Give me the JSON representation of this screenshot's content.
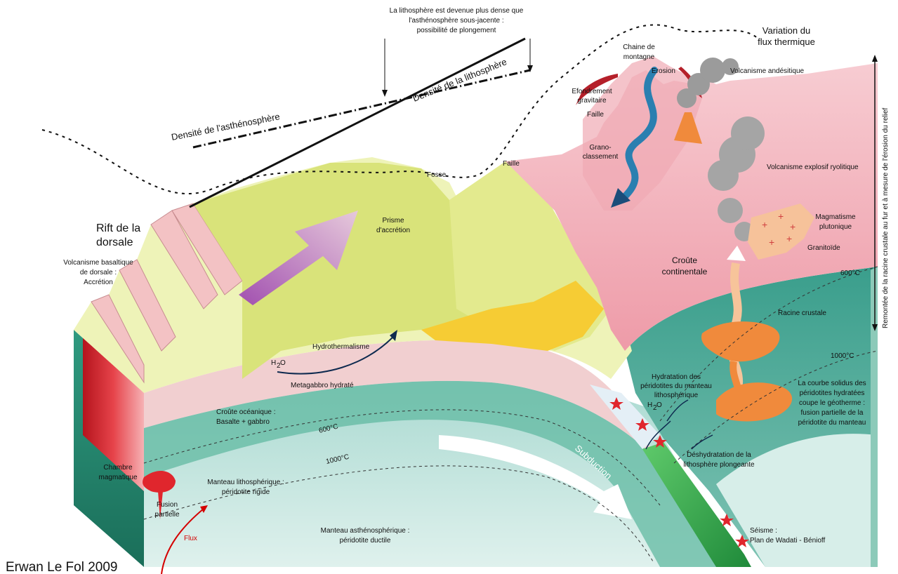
{
  "labels": {
    "lithosphere_dense_l1": "La lithosphère est devenue plus dense que",
    "lithosphere_dense_l2": "l'asthénosphère sous-jacente :",
    "lithosphere_dense_l3": "possibilité de plongement",
    "density_lithosphere": "Densité de la lithosphère",
    "density_asthenosphere": "Densité de l'asthénosphère",
    "thermal_flux_l1": "Variation du",
    "thermal_flux_l2": "flux thermique",
    "mountain_chain_l1": "Chaine de",
    "mountain_chain_l2": "montagne",
    "erosion": "Erosion",
    "gravitational_collapse_l1": "Efondrement",
    "gravitational_collapse_l2": "gravitaire",
    "fault_mountain": "Faille",
    "grain_sorting_l1": "Grano-",
    "grain_sorting_l2": "classement",
    "andesitic_volcanism": "Volcanisme andésitique",
    "explosive_volcanism": "Volcanisme explosif ryolitique",
    "fault_trench": "Faille",
    "trench": "Fosse",
    "rift_l1": "Rift de la",
    "rift_l2": "dorsale",
    "accretion_prism_l1": "Prisme",
    "accretion_prism_l2": "d'accrétion",
    "basaltic_volcanism_l1": "Volcanisme basaltique",
    "basaltic_volcanism_l2": "de dorsale :",
    "basaltic_volcanism_l3": "Accrétion",
    "continental_crust_l1": "Croûte",
    "continental_crust_l2": "continentale",
    "plutonic_magmatism_l1": "Magmatisme",
    "plutonic_magmatism_l2": "plutonique",
    "granitoid": "Granitoïde",
    "temp_600_right": "600°C",
    "crustal_root": "Racine crustale",
    "temp_1000_right": "1000°C",
    "hydrothermalism": "Hydrothermalisme",
    "h2o_left": "H",
    "h2o_sub": "2",
    "h2o_o": "O",
    "metagabbro": "Metagabbro hydraté",
    "hydration_l1": "Hydratation des",
    "hydration_l2": "péridotites du manteau",
    "hydration_l3": "lithosphérique",
    "solidus_l1": "La courbe solidus des",
    "solidus_l2": "péridotites hydratées",
    "solidus_l3": "coupe le géotherme :",
    "solidus_l4": "fusion partielle de la",
    "solidus_l5": "péridotite du manteau",
    "oceanic_crust_l1": "Croûte océanique :",
    "oceanic_crust_l2": "Basalte + gabbro",
    "temp_600_left": "600°C",
    "subduction": "Subduction",
    "dehydration_l1": "Déshydratation de la",
    "dehydration_l2": "lithosphère plongeante",
    "magma_chamber_l1": "Chambre",
    "magma_chamber_l2": "magmatique",
    "temp_1000_left": "1000°C",
    "lithospheric_mantle_l1": "Manteau lithosphérique :",
    "lithospheric_mantle_l2": "péridotite rigide",
    "partial_fusion_l1": "Fusion",
    "partial_fusion_l2": "partielle",
    "flux": "Flux",
    "asthenospheric_mantle_l1": "Manteau asthénosphérique :",
    "asthenospheric_mantle_l2": "péridotite ductile",
    "seismic_l1": "Séisme :",
    "seismic_l2": "Plan de Wadati - Bénioff",
    "crustal_root_rise": "Remontée de la racine crustale au fur et à mesure de l'érosion du relief",
    "credit": "Erwan Le Fol 2009"
  },
  "colors": {
    "oceanic_mantle": "#3fa98f",
    "asthenosphere": "#cfe9e4",
    "oceanic_crust": "#f2c7c9",
    "accretion_prism": "#e6ea96",
    "continental_crust": "#f4b9c2",
    "sediment_yellow": "#f6cc34",
    "magma_orange": "#f08a3c",
    "slab_green": "#37b24d",
    "rift_red": "#d6232a"
  }
}
